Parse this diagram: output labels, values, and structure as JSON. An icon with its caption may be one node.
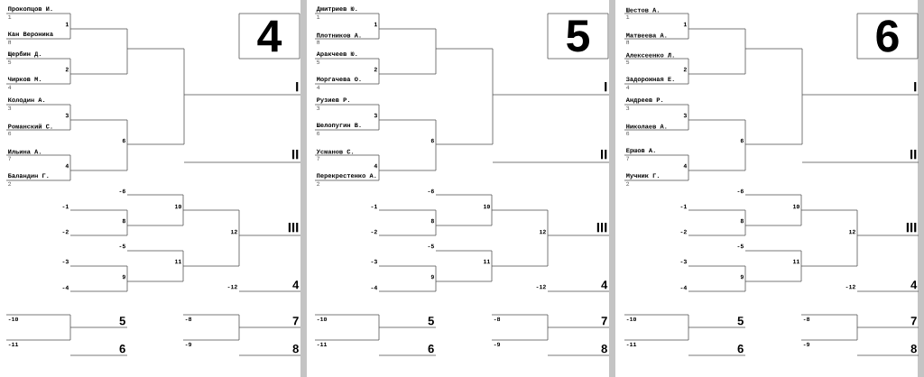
{
  "diagram": {
    "nodes": [
      {
        "text": [
          "4"
        ]
      },
      {
        "text": [
          "5"
        ]
      },
      {
        "text": [
          "6"
        ]
      }
    ],
    "labels": [
      "Прокопцов И.",
      "1",
      "Кан Вероника",
      "8",
      "Щербин Д.",
      "5",
      "Чирков М.",
      "4",
      "Колодин А.",
      "3",
      "Романский С.",
      "6",
      "Ильина А.",
      "7",
      "Баландин Г.",
      "2",
      "1",
      "2",
      "3",
      "4",
      "6",
      "I",
      "II",
      "-6",
      "10",
      "-1",
      "8",
      "-2",
      "12",
      "III",
      "-5",
      "-3",
      "11",
      "9",
      "-4",
      "-12",
      "4",
      "-10",
      "5",
      "-8",
      "7",
      "-11",
      "6",
      "-9",
      "8",
      "Дмитриев Ю.",
      "1",
      "Плотников А.",
      "8",
      "Аракчеев Ю.",
      "5",
      "Моргачева О.",
      "4",
      "Рузиев Р.",
      "3",
      "Шелопугин В.",
      "6",
      "Усманов С.",
      "7",
      "Перекрестенко А.",
      "2",
      "1",
      "2",
      "3",
      "4",
      "6",
      "I",
      "II",
      "-6",
      "10",
      "-1",
      "8",
      "-2",
      "12",
      "III",
      "-5",
      "-3",
      "11",
      "9",
      "-4",
      "-12",
      "4",
      "-10",
      "5",
      "-8",
      "7",
      "-11",
      "6",
      "-9",
      "8",
      "Шестов А.",
      "1",
      "Матвеева А.",
      "8",
      "Алексеенко Л.",
      "5",
      "Задорожная Е.",
      "4",
      "Андреев Р.",
      "3",
      "Николаев А.",
      "6",
      "Ершов А.",
      "7",
      "Мучник Г.",
      "2",
      "1",
      "2",
      "3",
      "4",
      "6",
      "I",
      "II",
      "-6",
      "10",
      "-1",
      "8",
      "-2",
      "12",
      "III",
      "-5",
      "-3",
      "11",
      "9",
      "-4",
      "-12",
      "4",
      "-10",
      "5",
      "-8",
      "7",
      "-11",
      "6",
      "-9",
      "8"
    ]
  }
}
